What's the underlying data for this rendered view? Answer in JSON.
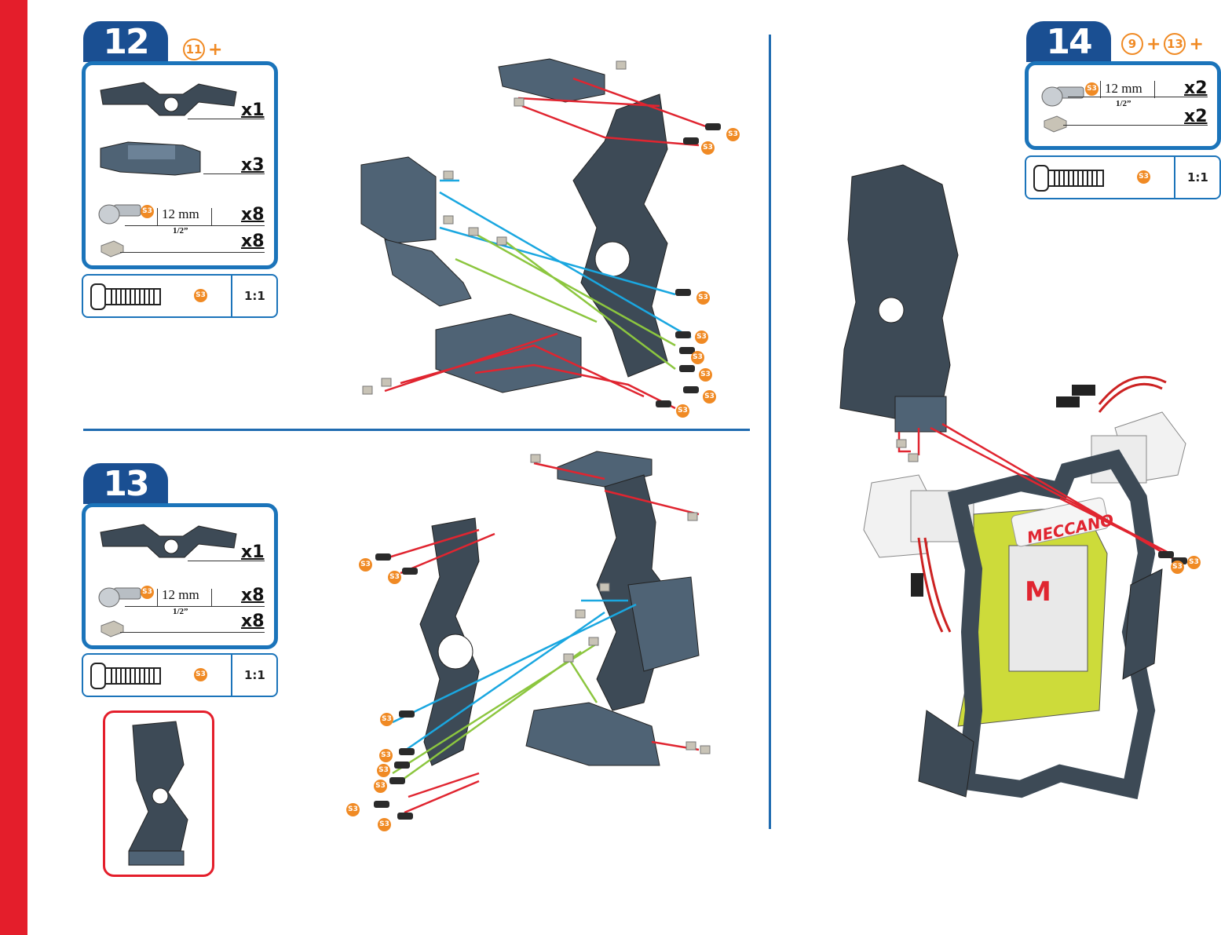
{
  "bolt_code": "S3",
  "colors": {
    "brand_red": "#e41e2b",
    "step_blue": "#1a4f92",
    "frame_blue": "#1b74ba",
    "callout_orange": "#f08a24",
    "line_red": "#e02530",
    "line_cyan": "#1aa7e0",
    "line_green": "#8cc63f"
  },
  "step12": {
    "number": "12",
    "refs": [
      "11"
    ],
    "parts": [
      {
        "name": "curved-plate",
        "qty": "x1"
      },
      {
        "name": "u-bracket",
        "qty": "x3"
      },
      {
        "name": "bolt",
        "length_mm": "12 mm",
        "length_in": "1/2”",
        "qty": "x8"
      },
      {
        "name": "nut",
        "qty": "x8"
      }
    ],
    "scale": "1:1"
  },
  "step13": {
    "number": "13",
    "parts": [
      {
        "name": "curved-plate",
        "qty": "x1"
      },
      {
        "name": "bolt",
        "length_mm": "12 mm",
        "length_in": "1/2”",
        "qty": "x8"
      },
      {
        "name": "nut",
        "qty": "x8"
      }
    ],
    "scale": "1:1"
  },
  "step14": {
    "number": "14",
    "refs": [
      "9",
      "13"
    ],
    "parts": [
      {
        "name": "bolt",
        "length_mm": "12 mm",
        "length_in": "1/2”",
        "qty": "x2"
      },
      {
        "name": "nut",
        "qty": "x2"
      }
    ],
    "scale": "1:1",
    "brand_label": "MECCANO"
  }
}
